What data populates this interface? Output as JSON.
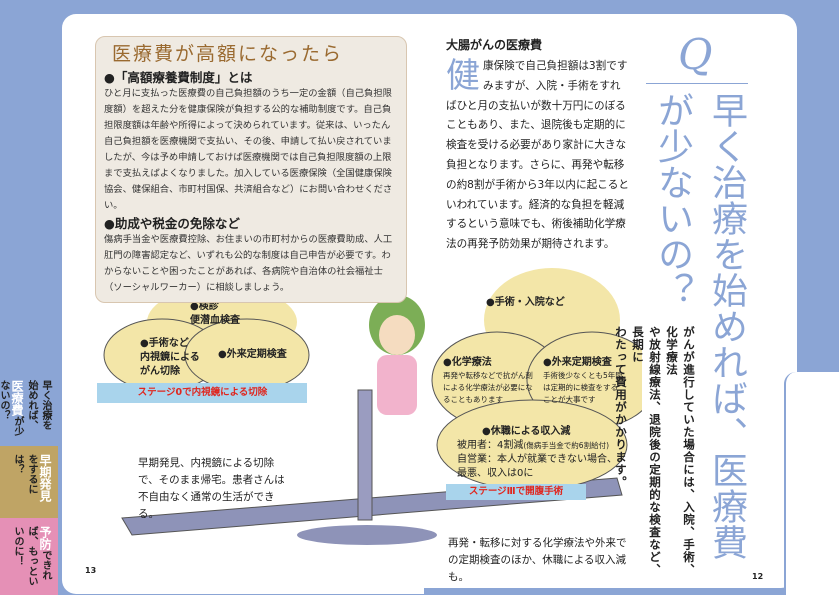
{
  "side_tabs": [
    {
      "text_a": "早く治療を始めれば、",
      "highlight": "医療費",
      "text_b": "が少ないの？",
      "color": "#8ba5d5"
    },
    {
      "highlight": "早期発見",
      "text_b": "をするには？",
      "color": "#bfa465"
    },
    {
      "highlight": "予防",
      "text_b": "できれば、もっといいのに！",
      "color": "#e590b6"
    }
  ],
  "left_box": {
    "title": "医療費が高額になったら",
    "h1": "●「高額療養費制度」とは",
    "p1": "ひと月に支払った医療費の自己負担額のうち一定の金額（自己負担限度額）を超えた分を健康保険が負担する公的な補助制度です。自己負担限度額は年齢や所得によって決められています。従来は、いったん自己負担額を医療機関で支払い、その後、申請して払い戻されていましたが、今は予め申請しておけば医療機関では自己負担限度額の上限まで支払えばよくなりました。加入している医療保険（全国健康保険協会、健保組合、市町村国保、共済組合など）にお問い合わせください。",
    "h2": "●助成や税金の免除など",
    "p2": "傷病手当金や医療費控除、お住まいの市町村からの医療費助成、人工肛門の障害認定など、いずれも公的な制度は自己申告が必要です。わからないことや困ったことがあれば、各病院や自治体の社会福祉士（ソーシャルワーカー）に相談しましょう。"
  },
  "left_fig": {
    "bag1_title": "●検診",
    "bag1_sub": "便潜血検査",
    "bag2_title": "●手術など",
    "bag2_sub": "内視鏡による\nがん切除",
    "bag3_title": "●外来定期検査",
    "stage": "ステージ0で内視鏡による切除",
    "caption": "早期発見、内視鏡による切除で、そのまま帰宅。患者さんは不自由なく通常の生活ができる。"
  },
  "right_text": {
    "heading": "大腸がんの医療費",
    "dropcap": "健",
    "body": "康保険で自己負担額は3割ですみますが、入院・手術をすればひと月の支払いが数十万円にのぼることもあり、また、退院後も定期的に検査を受ける必要があり家計に大きな負担となります。さらに、再発や転移の約8割が手術から3年以内に起こるといわれています。経済的な負担を軽減するという意味でも、術後補助化学療法の再発予防効果が期待されます。"
  },
  "right_fig": {
    "bag1_title": "●手術・入院など",
    "bag2_title": "●化学療法",
    "bag2_sub": "再発や転移などで抗がん剤による化学療法が必要になることもあります",
    "bag3_title": "●外来定期検査",
    "bag3_sub": "手術後少なくとも5年間は定期的に検査をすることが大事です",
    "bag4_title": "●休職による収入減",
    "bag4_l1": "被用者：4割減",
    "bag4_l1_note": "(傷病手当金で約6割給付)",
    "bag4_l2": "自営業：本人が就業できない場合、",
    "bag4_l3": "最悪、収入は0に",
    "stage": "ステージⅢで開腹手術",
    "caption": "再発・転移に対する化学療法や外来での定期検査のほか、休職による収入減も。"
  },
  "question": {
    "q": "Q",
    "title_col1": "早く治療を始めれば、医療費",
    "title_col2": "が少ないの？",
    "answer_cols": [
      "がんが進行していた場合には、入院、手術、化学療法",
      "や放射線療法、退院後の定期的な検査など、長期に",
      "わたって費用がかかります。"
    ]
  },
  "page_numbers": {
    "left": "13",
    "right": "12"
  }
}
